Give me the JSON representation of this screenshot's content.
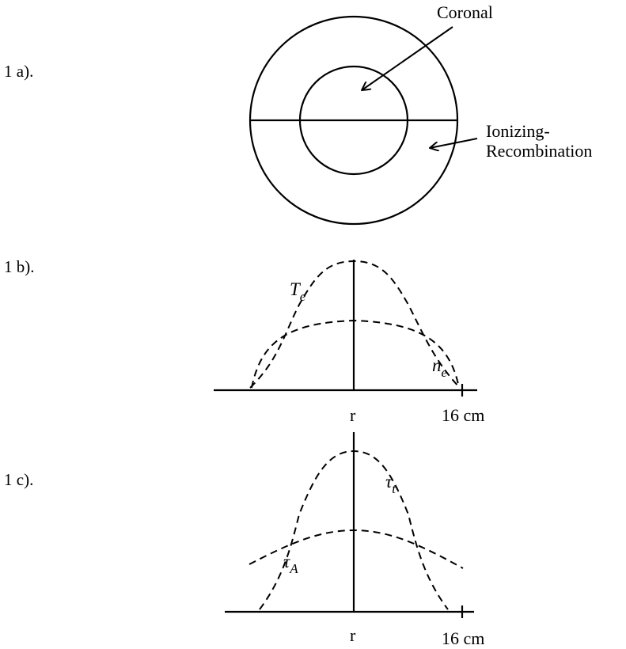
{
  "panels": {
    "a": {
      "label": "1 a).",
      "regions": {
        "inner": "Coronal",
        "outer_line1": "Ionizing-",
        "outer_line2": "Recombination"
      }
    },
    "b": {
      "label": "1 b).",
      "curve_labels": {
        "te_main": "T",
        "te_sub": "e",
        "ne_main": "n",
        "ne_sub": "e"
      },
      "axis": {
        "center": "r",
        "tick": "16 cm"
      }
    },
    "c": {
      "label": "1 c).",
      "curve_labels": {
        "tt_main": "τ",
        "tt_sub": "t",
        "ta_main": "τ",
        "ta_sub": "A"
      },
      "axis": {
        "center": "r",
        "tick": "16 cm"
      }
    }
  }
}
